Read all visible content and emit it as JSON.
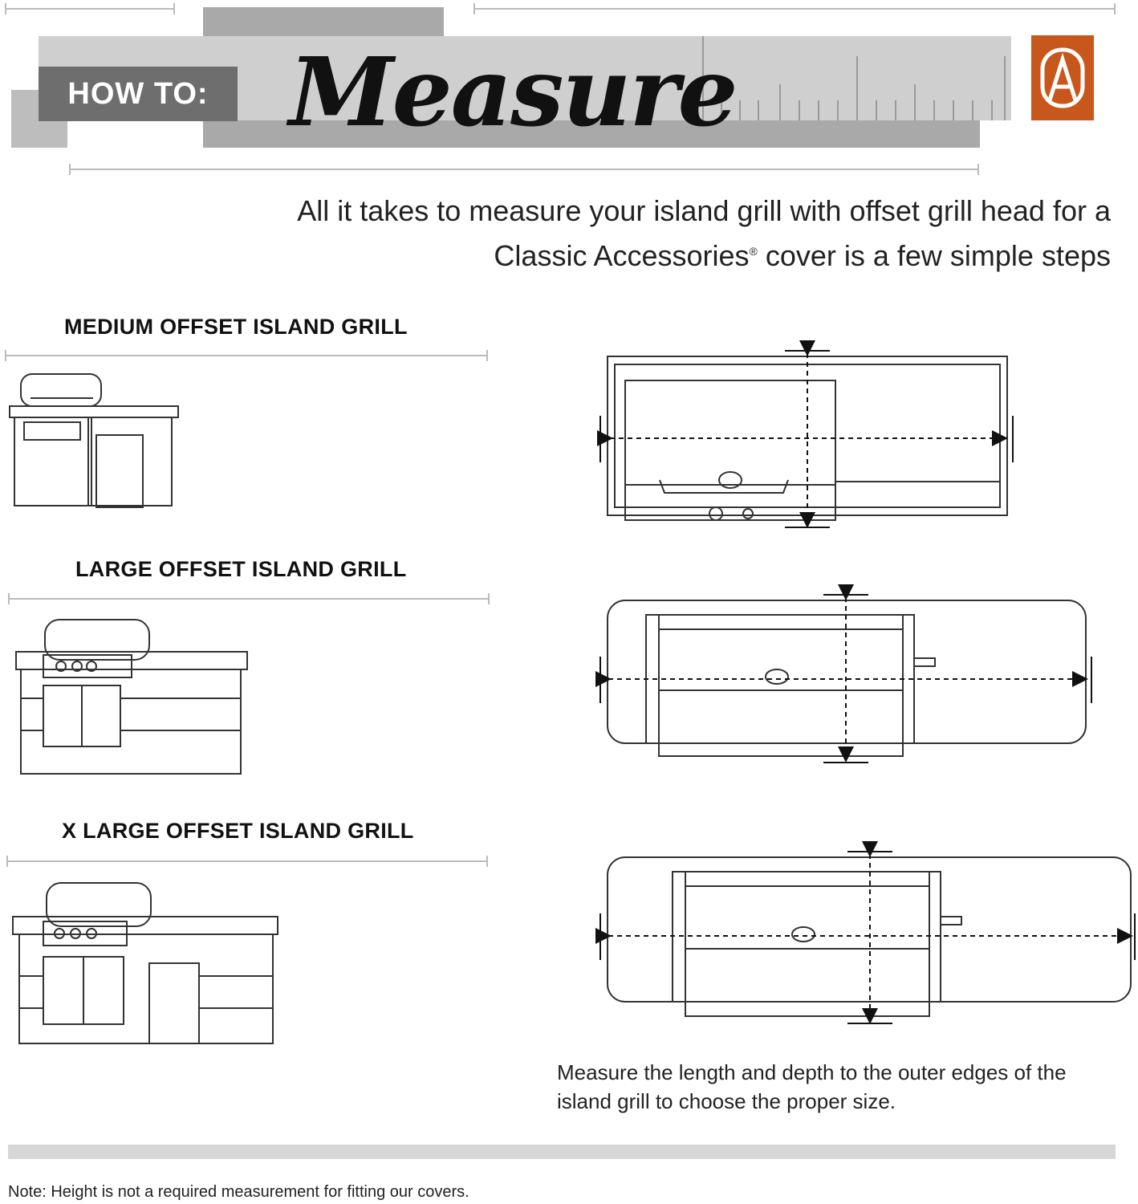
{
  "header": {
    "badge": "HOW TO:",
    "title": "Measure",
    "logo_letters": "CA",
    "brand_color": "#c8571c"
  },
  "intro": {
    "line1": "All it takes to measure your island grill with offset grill head for a",
    "line2a": "Classic Accessories",
    "line2_mark": "®",
    "line2b": " cover is a few simple steps"
  },
  "sections": [
    {
      "title": "MEDIUM OFFSET ISLAND GRILL"
    },
    {
      "title": "LARGE OFFSET ISLAND GRILL"
    },
    {
      "title": "X LARGE OFFSET ISLAND GRILL"
    }
  ],
  "instruction": "Measure the length and depth to the outer edges of the island grill to choose the proper size.",
  "note": "Note: Height is not a required measurement for fitting our covers."
}
